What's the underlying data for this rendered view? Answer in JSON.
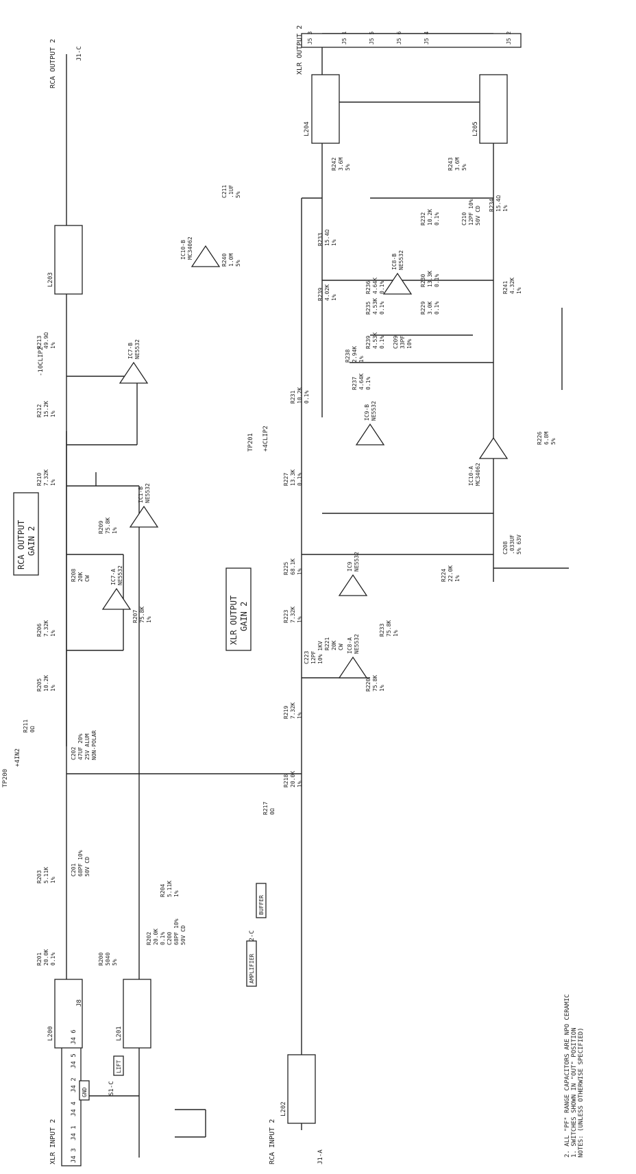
{
  "sections": {
    "rca_output": [
      "RCA OUTPUT",
      "GAIN 2"
    ],
    "xlr_output": [
      "XLR OUTPUT",
      "GAIN 2"
    ]
  },
  "connectors": {
    "xlr_input": "XLR INPUT 2",
    "xlr_input_pins": [
      "J4 3",
      "J4 1",
      "J4 4",
      "J4 2",
      "J4 5",
      "J4 6"
    ],
    "rca_input": "RCA INPUT 2",
    "rca_input_jack": "J1-A",
    "rca_output": "RCA OUTPUT 2",
    "rca_output_jack": "J1-C",
    "xlr_output": "XLR OUTPUT 2",
    "xlr_output_pins": [
      "J5 3",
      "J5 1",
      "J5 5",
      "J5 6",
      "J5 4",
      "J5 2"
    ]
  },
  "switches": {
    "s1": "S1-C",
    "gnd": "GND",
    "lift": "LIFT",
    "s2": "S2-C",
    "amplifier": "AMPLIFIER",
    "buffer": "BUFFER"
  },
  "testpoints": {
    "tp200": "TP200",
    "tp200_net": "+4IN2",
    "tp201": "TP201",
    "tp201_net": "+4CLIP2",
    "clip": "-10CLIP2",
    "j8": "J8"
  },
  "inductors": [
    "L200",
    "L201",
    "L202",
    "L203",
    "L204",
    "L205"
  ],
  "opamps": {
    "ic1b": [
      "IC1-B",
      "NE5532"
    ],
    "ic7a": [
      "IC7-A",
      "NE5532"
    ],
    "ic7b": [
      "IC7-B",
      "NE5532"
    ],
    "ic8a": [
      "IC8-A",
      "NE5532"
    ],
    "ic9": [
      "IC9",
      "NE5532"
    ],
    "ic10a": [
      "IC10-A",
      "MC34062"
    ],
    "ic10b": [
      "IC10-B",
      "MC34062"
    ],
    "ic9b": [
      "IC9-B",
      "NE5532"
    ],
    "ic8b": [
      "IC8-B",
      "NE5532"
    ]
  },
  "components": {
    "r201": [
      "R201",
      "20.0K",
      "0.1%"
    ],
    "r203": [
      "R203",
      "5.11K",
      "1%"
    ],
    "c201": [
      "C201",
      "68PF 10%",
      "50V CD"
    ],
    "r200": [
      "R200",
      "5040",
      "5%"
    ],
    "r202": [
      "R202",
      "20.0K",
      "0.1%"
    ],
    "c200": [
      "C200",
      "68PF 10%",
      "50V CD"
    ],
    "r204": [
      "R204",
      "5.11K",
      "1%"
    ],
    "r211": [
      "R211",
      "0Ω"
    ],
    "c202": [
      "C202",
      "47UF 20%",
      "25V ALUM",
      "NON-POLAR"
    ],
    "r205": [
      "R205",
      "10.2K",
      "1%"
    ],
    "r206": [
      "R206",
      "7.32K",
      "1%"
    ],
    "r207": [
      "R207",
      "75.8K",
      "1%"
    ],
    "r208": [
      "R208",
      "20K",
      "CW"
    ],
    "r209": [
      "R209",
      "75.8K",
      "1%"
    ],
    "r210": [
      "R210",
      "7.32K",
      "1%"
    ],
    "r212": [
      "R212",
      "15.2K",
      "1%"
    ],
    "r213": [
      "R213",
      "49.9Ω",
      "1%"
    ],
    "r217": [
      "R217",
      "0Ω"
    ],
    "r218": [
      "R218",
      "20.0K",
      "1%"
    ],
    "r219": [
      "R219",
      "7.32K",
      "1%"
    ],
    "r220": [
      "R220",
      "75.8K",
      "1%"
    ],
    "r221": [
      "R221",
      "20K",
      "CW"
    ],
    "c223": [
      "C223",
      "12PF",
      "10% 1KV"
    ],
    "r233": [
      "R233",
      "75.8K",
      "1%"
    ],
    "r223": [
      "R223",
      "7.32K",
      "1%"
    ],
    "r225": [
      "R225",
      "68.1K",
      "1%"
    ],
    "r224": [
      "R224",
      "22.0K",
      "1%"
    ],
    "c208": [
      "C208",
      ".033UF",
      "5% 63V"
    ],
    "r227": [
      "R227",
      "13.3K",
      "0.1%"
    ],
    "r231": [
      "R231",
      "10.2K",
      "0.1%"
    ],
    "r237": [
      "R237",
      "4.64K",
      "0.1%"
    ],
    "r238": [
      "R238",
      "2.94K",
      "1%"
    ],
    "r239": [
      "R239",
      "4.53K",
      "0.1%"
    ],
    "c209": [
      "C209",
      "33PF",
      "10%"
    ],
    "r235": [
      "R235",
      "4.53K",
      "0.1%"
    ],
    "r236": [
      "R236",
      "4.64K",
      "0.1%"
    ],
    "r229": [
      "R229",
      "3.0K",
      "0.1%"
    ],
    "r230": [
      "R230",
      "13.3K",
      "0.1%"
    ],
    "r232": [
      "R232",
      "10.2K",
      "0.1%"
    ],
    "c210": [
      "C210",
      "12PF 10%",
      "50V CD"
    ],
    "r226": [
      "R226",
      "6.8M",
      "5%"
    ],
    "r233b": [
      "R233",
      "15.4Ω",
      "1%"
    ],
    "r234": [
      "R234",
      "15.4Ω",
      "1%"
    ],
    "r240": [
      "R240",
      "1.0M",
      "5%"
    ],
    "c211": [
      "C211",
      ".1UF",
      "5%"
    ],
    "r239b": [
      "R239",
      "4.02K",
      "1%"
    ],
    "r241": [
      "R241",
      "4.32K",
      "1%"
    ],
    "r242": [
      "R242",
      "3.6M",
      "5%"
    ],
    "r243": [
      "R243",
      "3.6M",
      "5%"
    ]
  },
  "notes": [
    "NOTES: (UNLESS OTHERWISE SPECIFIED)",
    "1. SWITCHES SHOWN IN \"OUT\" POSITION",
    "2. ALL \"PF\" RANGE CAPACITORS ARE NPO CERAMIC"
  ]
}
